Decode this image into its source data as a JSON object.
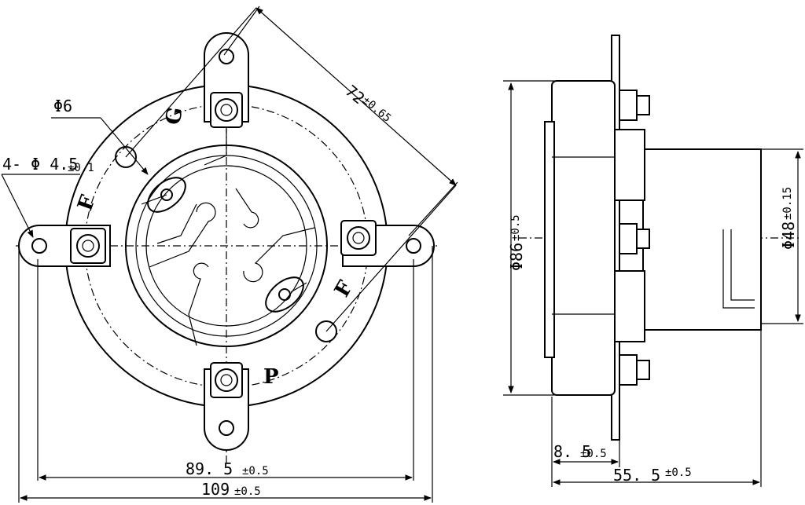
{
  "front_view": {
    "hole_dia": "Φ6",
    "mount_holes_main": "4- Φ 4.5",
    "mount_holes_tol": "±0.1",
    "diag_main": "72",
    "diag_tol": "±0.65",
    "span_inner_main": "89. 5",
    "span_inner_tol": "±0.5",
    "span_outer_main": "109",
    "span_outer_tol": "±0.5",
    "pins": {
      "top": "G",
      "left": "F",
      "right": "F",
      "bottom": "P"
    }
  },
  "side_view": {
    "outer_dia_main": "Φ86",
    "outer_dia_tol": "±0.5",
    "inner_dia_main": "Φ48",
    "inner_dia_tol": "±0.15",
    "flange_main": "8. 5",
    "flange_tol": "±0.5",
    "depth_main": "55. 5",
    "depth_tol": "±0.5"
  }
}
